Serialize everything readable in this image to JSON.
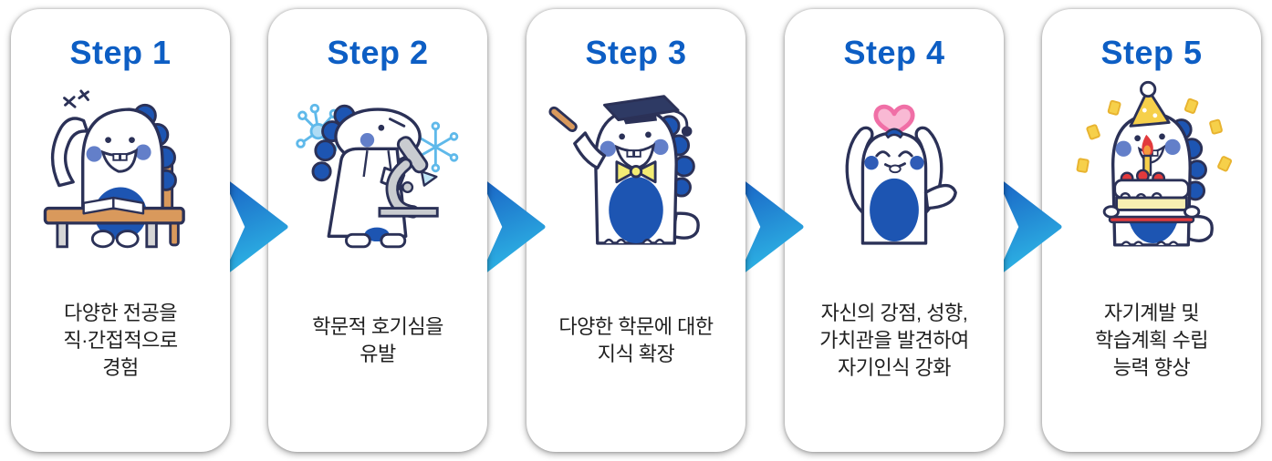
{
  "flow": {
    "direction": "left-to-right",
    "arrow_count": 4,
    "arrow_icon": "chevron-right-arrow",
    "colors": {
      "step_title_blue": "#0d5ec4",
      "description_text": "#1f1f1f",
      "card_background": "#ffffff",
      "arrow_gradient_top": "#1a66c6",
      "arrow_gradient_bottom": "#2db3e4",
      "character_blue": "#1d55b2",
      "character_outline_navy": "#2b3157",
      "cheek_blue": "#637fc9",
      "accent_yellow": "#f6d04a",
      "accent_red": "#e23a3c",
      "accent_pink": "#f287b5",
      "desk_tan": "#d9995c",
      "molecule_light_blue": "#5fb9ea"
    },
    "steps": [
      {
        "title": "Step 1",
        "illustration": "dino-studying-at-desk",
        "description_lines": [
          "다양한 전공을",
          "직·간접적으로",
          "경험"
        ]
      },
      {
        "title": "Step 2",
        "illustration": "dino-scientist-with-microscope",
        "description_lines": [
          "학문적 호기심을",
          "유발"
        ]
      },
      {
        "title": "Step 3",
        "illustration": "dino-professor-with-pointer",
        "description_lines": [
          "다양한 학문에 대한",
          "지식 확장"
        ]
      },
      {
        "title": "Step 4",
        "illustration": "dino-self-discovery-with-heart",
        "description_lines": [
          "자신의 강점, 성향,",
          "가치관을 발견하여",
          "자기인식 강화"
        ]
      },
      {
        "title": "Step 5",
        "illustration": "dino-celebration-with-cake",
        "description_lines": [
          "자기계발 및",
          "학습계획 수립",
          "능력 향상"
        ]
      }
    ]
  }
}
